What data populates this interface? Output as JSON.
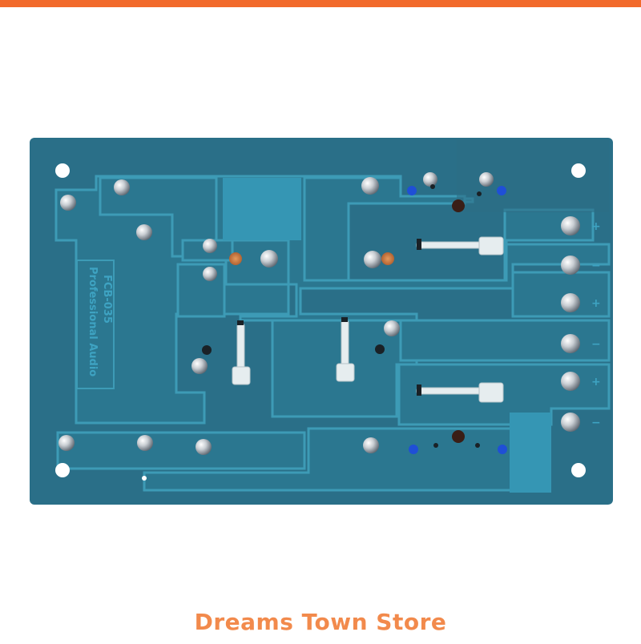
{
  "store": {
    "name": "Dreams Town Store",
    "accent_color": "#f26a2b"
  },
  "product": {
    "board_color": "#2c7f99",
    "silkscreen_line1": "Professional Audio",
    "silkscreen_line2": "FCB-035",
    "terminal_marks": [
      "+",
      "−",
      "+",
      "−",
      "+",
      "−"
    ]
  }
}
